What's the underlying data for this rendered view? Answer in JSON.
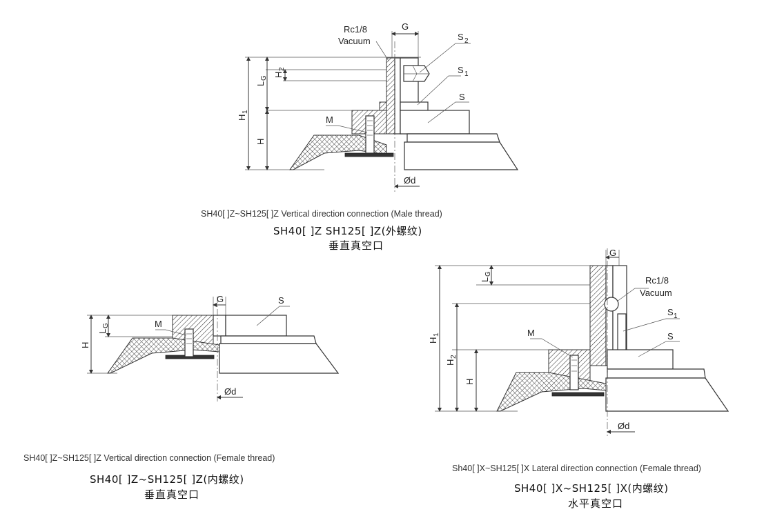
{
  "figure1": {
    "labels": {
      "rc": "Rc1/8",
      "vacuum": "Vacuum",
      "g": "G",
      "s2": "S",
      "s2_sub": "2",
      "s1": "S",
      "s1_sub": "1",
      "s": "S",
      "m": "M",
      "h1": "H",
      "h1_sub": "1",
      "lg": "L",
      "lg_sub": "G",
      "h2": "H",
      "h2_sub": "2",
      "h": "H",
      "od": "Ød"
    },
    "caption_en": "SH40[ ]Z~SH125[ ]Z Vertical direction connection (Male thread)",
    "caption_model": "SH40[ ]Z  SH125[ ]Z(外螺纹)",
    "caption_cn": "垂直真空口"
  },
  "figure2": {
    "labels": {
      "g": "G",
      "s": "S",
      "m": "M",
      "lg": "L",
      "lg_sub": "G",
      "h": "H",
      "od": "Ød"
    },
    "caption_en": "SH40[ ]Z~SH125[ ]Z Vertical direction connection (Female thread)",
    "caption_model": "SH40[ ]Z~SH125[ ]Z(内螺纹)",
    "caption_cn": "垂直真空口"
  },
  "figure3": {
    "labels": {
      "g": "G",
      "rc": "Rc1/8",
      "vacuum": "Vacuum",
      "s1": "S",
      "s1_sub": "1",
      "s": "S",
      "m": "M",
      "lg": "L",
      "lg_sub": "G",
      "h1": "H",
      "h1_sub": "1",
      "h2": "H",
      "h2_sub": "2",
      "h": "H",
      "od": "Ød"
    },
    "caption_en": "Sh40[ ]X~SH125[ ]X Lateral direction connection (Female thread)",
    "caption_model": "SH40[ ]X~SH125[ ]X(内螺纹)",
    "caption_cn": "水平真空口"
  }
}
